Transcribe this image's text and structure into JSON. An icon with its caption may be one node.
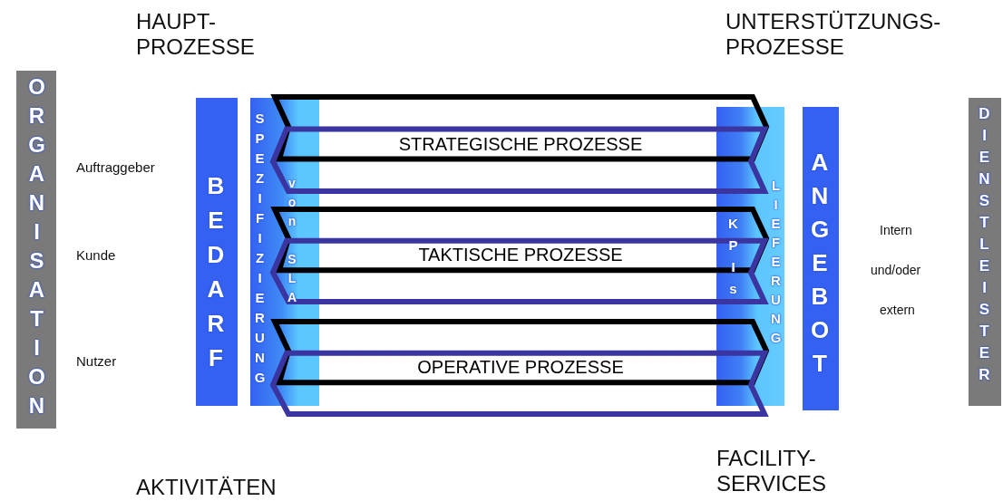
{
  "diagram": {
    "nodes": [
      {
        "text": [
          "ORGANISATION"
        ]
      },
      {
        "text": [
          "BEDARF"
        ]
      },
      {
        "text": [
          "SPEZIFIZIERUNG",
          "von SLA"
        ]
      },
      {
        "text": [
          "STRATEGISCHE PROZESSE"
        ]
      },
      {
        "text": [
          "TAKTISCHE PROZESSE"
        ]
      },
      {
        "text": [
          "OPERATIVE PROZESSE"
        ]
      },
      {
        "text": [
          "KPIs",
          "LIEFERUNG"
        ]
      },
      {
        "text": [
          "ANGEBOT"
        ]
      },
      {
        "text": [
          "DIENSTLEISTER"
        ]
      }
    ],
    "labels": [
      "HAUPT- PROZESSE",
      "UNTERSTÜTZUNGS- PROZESSE",
      "Auftraggeber",
      "Kunde",
      "Intern",
      "und/oder",
      "extern",
      "Nutzer",
      "FACILITY- SERVICES",
      "AKTIVITÄTEN"
    ]
  }
}
